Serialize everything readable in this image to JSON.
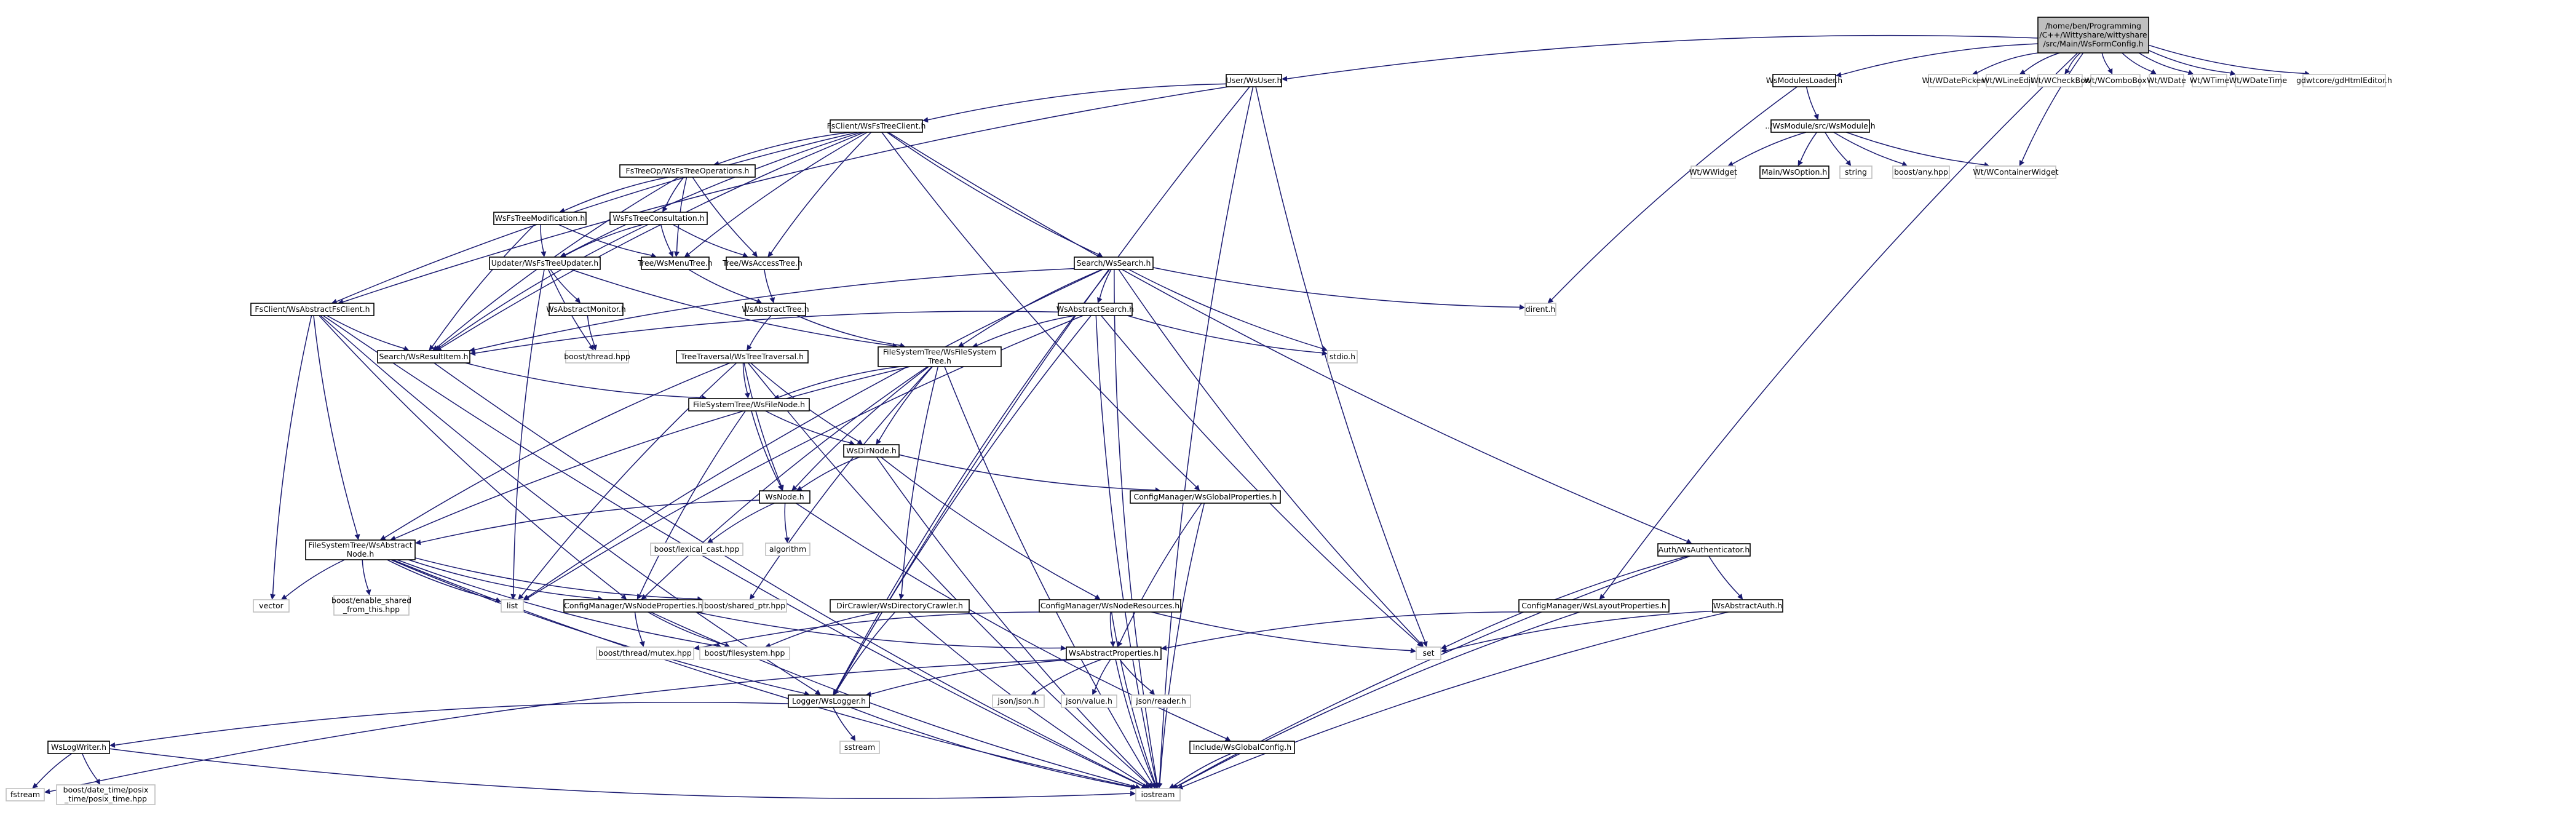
{
  "graph": {
    "title": "",
    "colors": {
      "edge": "#191970",
      "root_fill": "#bfbfbf",
      "external_border": "#bfbfbf",
      "node_border": "#000000"
    },
    "nodes": [
      {
        "id": "root",
        "lines": [
          "/home/ben/Programming",
          "/C++/Wittyshare/wittyshare",
          "/src/Main/WsFormConfig.h"
        ],
        "kind": "root"
      },
      {
        "id": "userwsuser",
        "lines": [
          "User/WsUser.h"
        ]
      },
      {
        "id": "wsmodulesloader",
        "lines": [
          "WsModulesLoader.h"
        ]
      },
      {
        "id": "wwdatepicker",
        "lines": [
          "Wt/WDatePicker"
        ],
        "kind": "ext"
      },
      {
        "id": "wwlineedit",
        "lines": [
          "Wt/WLineEdit"
        ],
        "kind": "ext"
      },
      {
        "id": "wwcheckbox",
        "lines": [
          "Wt/WCheckBox"
        ],
        "kind": "ext"
      },
      {
        "id": "wwcombobox",
        "lines": [
          "Wt/WComboBox"
        ],
        "kind": "ext"
      },
      {
        "id": "wwdate",
        "lines": [
          "Wt/WDate"
        ],
        "kind": "ext"
      },
      {
        "id": "wwtime",
        "lines": [
          "Wt/WTime"
        ],
        "kind": "ext"
      },
      {
        "id": "wwdatetime",
        "lines": [
          "Wt/WDateTime"
        ],
        "kind": "ext"
      },
      {
        "id": "gdhtmleditor",
        "lines": [
          "gdwtcore/gdHtmlEditor.h"
        ],
        "kind": "ext"
      },
      {
        "id": "fsclientwsfstreeclient",
        "lines": [
          "FsClient/WsFsTreeClient.h"
        ]
      },
      {
        "id": "wsmodule",
        "lines": [
          "../WsModule/src/WsModule.h"
        ]
      },
      {
        "id": "wwwidget",
        "lines": [
          "Wt/WWidget"
        ],
        "kind": "ext"
      },
      {
        "id": "mainwsoption",
        "lines": [
          "Main/WsOption.h"
        ]
      },
      {
        "id": "string",
        "lines": [
          "string"
        ],
        "kind": "ext"
      },
      {
        "id": "boostany",
        "lines": [
          "boost/any.hpp"
        ],
        "kind": "ext"
      },
      {
        "id": "wwcontainerwidget",
        "lines": [
          "Wt/WContainerWidget"
        ],
        "kind": "ext"
      },
      {
        "id": "fstreeopwsfstreeoperations",
        "lines": [
          "FsTreeOp/WsFsTreeOperations.h"
        ]
      },
      {
        "id": "wsfstreemodification",
        "lines": [
          "WsFsTreeModification.h"
        ]
      },
      {
        "id": "wsfstreeconsultation",
        "lines": [
          "WsFsTreeConsultation.h"
        ]
      },
      {
        "id": "updaterwsfstreeupdater",
        "lines": [
          "Updater/WsFsTreeUpdater.h"
        ]
      },
      {
        "id": "treewsmenutree",
        "lines": [
          "Tree/WsMenuTree.h"
        ]
      },
      {
        "id": "treewsaccesstree",
        "lines": [
          "Tree/WsAccessTree.h"
        ]
      },
      {
        "id": "searchwssearch",
        "lines": [
          "Search/WsSearch.h"
        ]
      },
      {
        "id": "dirent",
        "lines": [
          "dirent.h"
        ],
        "kind": "ext"
      },
      {
        "id": "fsclientwsabstractfsclient",
        "lines": [
          "FsClient/WsAbstractFsClient.h"
        ]
      },
      {
        "id": "wsabstractmonitor",
        "lines": [
          "WsAbstractMonitor.h"
        ]
      },
      {
        "id": "wsabstracttree",
        "lines": [
          "WsAbstractTree.h"
        ]
      },
      {
        "id": "wsabstractsearch",
        "lines": [
          "WsAbstractSearch.h"
        ]
      },
      {
        "id": "searchwsresultitem",
        "lines": [
          "Search/WsResultItem.h"
        ]
      },
      {
        "id": "boostthread",
        "lines": [
          "boost/thread.hpp"
        ],
        "kind": "ext"
      },
      {
        "id": "filesystemtreewsfilesystemtree",
        "lines": [
          "FileSystemTree/WsFileSystem",
          "Tree.h"
        ]
      },
      {
        "id": "stdio",
        "lines": [
          "stdio.h"
        ],
        "kind": "ext"
      },
      {
        "id": "treetraversalwstreetraversal",
        "lines": [
          "TreeTraversal/WsTreeTraversal.h"
        ]
      },
      {
        "id": "filesystemtreewsfilenode",
        "lines": [
          "FileSystemTree/WsFileNode.h"
        ]
      },
      {
        "id": "wsdirnode",
        "lines": [
          "WsDirNode.h"
        ]
      },
      {
        "id": "configmanagerwsglobalproperties",
        "lines": [
          "ConfigManager/WsGlobalProperties.h"
        ]
      },
      {
        "id": "wsnode",
        "lines": [
          "WsNode.h"
        ]
      },
      {
        "id": "authwsauthenticator",
        "lines": [
          "Auth/WsAuthenticator.h"
        ]
      },
      {
        "id": "filesystemtreewsabstractnode",
        "lines": [
          "FileSystemTree/WsAbstract",
          "Node.h"
        ]
      },
      {
        "id": "boostlexicalcast",
        "lines": [
          "boost/lexical_cast.hpp"
        ],
        "kind": "ext"
      },
      {
        "id": "algorithm",
        "lines": [
          "algorithm"
        ],
        "kind": "ext"
      },
      {
        "id": "vector",
        "lines": [
          "vector"
        ],
        "kind": "ext"
      },
      {
        "id": "boostenableshared",
        "lines": [
          "boost/enable_shared",
          "_from_this.hpp"
        ],
        "kind": "ext"
      },
      {
        "id": "list",
        "lines": [
          "list"
        ],
        "kind": "ext"
      },
      {
        "id": "configmanagerwsnodeproperties",
        "lines": [
          "ConfigManager/WsNodeProperties.h"
        ]
      },
      {
        "id": "boostsharedptr",
        "lines": [
          "boost/shared_ptr.hpp"
        ],
        "kind": "ext"
      },
      {
        "id": "dircrawlerwsdirectorycrawler",
        "lines": [
          "DirCrawler/WsDirectoryCrawler.h"
        ]
      },
      {
        "id": "configmanagerwsnoderesources",
        "lines": [
          "ConfigManager/WsNodeResources.h"
        ]
      },
      {
        "id": "configmanagerwslayoutproperties",
        "lines": [
          "ConfigManager/WsLayoutProperties.h"
        ]
      },
      {
        "id": "wsabstractauth",
        "lines": [
          "WsAbstractAuth.h"
        ]
      },
      {
        "id": "set",
        "lines": [
          "set"
        ],
        "kind": "ext"
      },
      {
        "id": "boostthreadmutex",
        "lines": [
          "boost/thread/mutex.hpp"
        ],
        "kind": "ext"
      },
      {
        "id": "boostfilesystem",
        "lines": [
          "boost/filesystem.hpp"
        ],
        "kind": "ext"
      },
      {
        "id": "wsabstractproperties",
        "lines": [
          "WsAbstractProperties.h"
        ]
      },
      {
        "id": "loggerwslogger",
        "lines": [
          "Logger/WsLogger.h"
        ]
      },
      {
        "id": "jsonjson",
        "lines": [
          "json/json.h"
        ],
        "kind": "ext"
      },
      {
        "id": "jsonvalue",
        "lines": [
          "json/value.h"
        ],
        "kind": "ext"
      },
      {
        "id": "jsonreader",
        "lines": [
          "json/reader.h"
        ],
        "kind": "ext"
      },
      {
        "id": "wslogwriter",
        "lines": [
          "WsLogWriter.h"
        ]
      },
      {
        "id": "sstream",
        "lines": [
          "sstream"
        ],
        "kind": "ext"
      },
      {
        "id": "includewsglobalconfig",
        "lines": [
          "Include/WsGlobalConfig.h"
        ]
      },
      {
        "id": "fstream",
        "lines": [
          "fstream"
        ],
        "kind": "ext"
      },
      {
        "id": "boostdatetime",
        "lines": [
          "boost/date_time/posix",
          "_time/posix_time.hpp"
        ],
        "kind": "ext"
      },
      {
        "id": "iostream",
        "lines": [
          "iostream"
        ],
        "kind": "ext"
      }
    ],
    "edges": [
      [
        "root",
        "userwsuser"
      ],
      [
        "root",
        "wsmodulesloader"
      ],
      [
        "root",
        "wwdatepicker"
      ],
      [
        "root",
        "wwlineedit"
      ],
      [
        "root",
        "wwcheckbox"
      ],
      [
        "root",
        "wwcombobox"
      ],
      [
        "root",
        "wwdate"
      ],
      [
        "root",
        "wwtime"
      ],
      [
        "root",
        "wwdatetime"
      ],
      [
        "root",
        "gdhtmleditor"
      ],
      [
        "root",
        "wwcontainerwidget"
      ],
      [
        "root",
        "configmanagerwslayoutproperties"
      ],
      [
        "userwsuser",
        "fsclientwsfstreeclient"
      ],
      [
        "userwsuser",
        "fsclientwsabstractfsclient"
      ],
      [
        "userwsuser",
        "loggerwslogger"
      ],
      [
        "userwsuser",
        "set"
      ],
      [
        "userwsuser",
        "iostream"
      ],
      [
        "wsmodulesloader",
        "wsmodule"
      ],
      [
        "wsmodulesloader",
        "dirent"
      ],
      [
        "wsmodule",
        "wwwidget"
      ],
      [
        "wsmodule",
        "mainwsoption"
      ],
      [
        "wsmodule",
        "string"
      ],
      [
        "wsmodule",
        "boostany"
      ],
      [
        "wsmodule",
        "wwcontainerwidget"
      ],
      [
        "fsclientwsfstreeclient",
        "fstreeopwsfstreeoperations"
      ],
      [
        "fsclientwsfstreeclient",
        "treewsmenutree"
      ],
      [
        "fsclientwsfstreeclient",
        "treewsaccesstree"
      ],
      [
        "fsclientwsfstreeclient",
        "searchwssearch"
      ],
      [
        "fsclientwsfstreeclient",
        "fsclientwsabstractfsclient"
      ],
      [
        "fsclientwsfstreeclient",
        "updaterwsfstreeupdater"
      ],
      [
        "fsclientwsfstreeclient",
        "searchwsresultitem"
      ],
      [
        "fsclientwsfstreeclient",
        "configmanagerwsglobalproperties"
      ],
      [
        "fsclientwsfstreeclient",
        "authwsauthenticator"
      ],
      [
        "fstreeopwsfstreeoperations",
        "wsfstreemodification"
      ],
      [
        "fstreeopwsfstreeoperations",
        "wsfstreeconsultation"
      ],
      [
        "fstreeopwsfstreeoperations",
        "treewsaccesstree"
      ],
      [
        "fstreeopwsfstreeoperations",
        "searchwsresultitem"
      ],
      [
        "fstreeopwsfstreeoperations",
        "treewsmenutree"
      ],
      [
        "wsfstreemodification",
        "updaterwsfstreeupdater"
      ],
      [
        "wsfstreemodification",
        "treewsmenutree"
      ],
      [
        "wsfstreemodification",
        "searchwsresultitem"
      ],
      [
        "wsfstreeconsultation",
        "treewsmenutree"
      ],
      [
        "wsfstreeconsultation",
        "treewsaccesstree"
      ],
      [
        "wsfstreeconsultation",
        "searchwsresultitem"
      ],
      [
        "wsfstreeconsultation",
        "updaterwsfstreeupdater"
      ],
      [
        "updaterwsfstreeupdater",
        "wsabstractmonitor"
      ],
      [
        "updaterwsfstreeupdater",
        "boostthread"
      ],
      [
        "updaterwsfstreeupdater",
        "filesystemtreewsfilesystemtree"
      ],
      [
        "updaterwsfstreeupdater",
        "list"
      ],
      [
        "wsabstractmonitor",
        "boostthread"
      ],
      [
        "treewsmenutree",
        "wsabstracttree"
      ],
      [
        "treewsaccesstree",
        "wsabstracttree"
      ],
      [
        "wsabstracttree",
        "filesystemtreewsfilesystemtree"
      ],
      [
        "wsabstracttree",
        "treetraversalwstreetraversal"
      ],
      [
        "searchwssearch",
        "wsabstractsearch"
      ],
      [
        "searchwssearch",
        "searchwsresultitem"
      ],
      [
        "searchwssearch",
        "dirent"
      ],
      [
        "searchwssearch",
        "stdio"
      ],
      [
        "searchwssearch",
        "filesystemtreewsfilesystemtree"
      ],
      [
        "searchwssearch",
        "set"
      ],
      [
        "searchwssearch",
        "iostream"
      ],
      [
        "searchwssearch",
        "loggerwslogger"
      ],
      [
        "searchwssearch",
        "list"
      ],
      [
        "wsabstractsearch",
        "searchwsresultitem"
      ],
      [
        "wsabstractsearch",
        "filesystemtreewsfilesystemtree"
      ],
      [
        "wsabstractsearch",
        "stdio"
      ],
      [
        "wsabstractsearch",
        "list"
      ],
      [
        "wsabstractsearch",
        "iostream"
      ],
      [
        "wsabstractsearch",
        "loggerwslogger"
      ],
      [
        "wsabstractsearch",
        "set"
      ],
      [
        "fsclientwsabstractfsclient",
        "searchwsresultitem"
      ],
      [
        "fsclientwsabstractfsclient",
        "filesystemtreewsabstractnode"
      ],
      [
        "fsclientwsabstractfsclient",
        "configmanagerwsnodeproperties"
      ],
      [
        "fsclientwsabstractfsclient",
        "vector"
      ],
      [
        "fsclientwsabstractfsclient",
        "loggerwslogger"
      ],
      [
        "fsclientwsabstractfsclient",
        "iostream"
      ],
      [
        "searchwsresultitem",
        "filesystemtreewsfilenode"
      ],
      [
        "searchwsresultitem",
        "iostream"
      ],
      [
        "filesystemtreewsfilesystemtree",
        "filesystemtreewsfilenode"
      ],
      [
        "filesystemtreewsfilesystemtree",
        "wsdirnode"
      ],
      [
        "filesystemtreewsfilesystemtree",
        "wsnode"
      ],
      [
        "filesystemtreewsfilesystemtree",
        "filesystemtreewsabstractnode"
      ],
      [
        "filesystemtreewsfilesystemtree",
        "dircrawlerwsdirectorycrawler"
      ],
      [
        "filesystemtreewsfilesystemtree",
        "boostsharedptr"
      ],
      [
        "filesystemtreewsfilesystemtree",
        "configmanagerwsnodeproperties"
      ],
      [
        "filesystemtreewsfilesystemtree",
        "iostream"
      ],
      [
        "treetraversalwstreetraversal",
        "filesystemtreewsfilenode"
      ],
      [
        "treetraversalwstreetraversal",
        "wsdirnode"
      ],
      [
        "treetraversalwstreetraversal",
        "wsnode"
      ],
      [
        "treetraversalwstreetraversal",
        "filesystemtreewsabstractnode"
      ],
      [
        "treetraversalwstreetraversal",
        "list"
      ],
      [
        "treetraversalwstreetraversal",
        "iostream"
      ],
      [
        "filesystemtreewsfilenode",
        "wsnode"
      ],
      [
        "filesystemtreewsfilenode",
        "wsdirnode"
      ],
      [
        "filesystemtreewsfilenode",
        "configmanagerwsnodeproperties"
      ],
      [
        "wsdirnode",
        "wsnode"
      ],
      [
        "wsdirnode",
        "configmanagerwsglobalproperties"
      ],
      [
        "wsdirnode",
        "configmanagerwsnoderesources"
      ],
      [
        "wsdirnode",
        "iostream"
      ],
      [
        "configmanagerwsglobalproperties",
        "wsabstractproperties"
      ],
      [
        "configmanagerwsglobalproperties",
        "iostream"
      ],
      [
        "wsnode",
        "filesystemtreewsabstractnode"
      ],
      [
        "wsnode",
        "boostlexicalcast"
      ],
      [
        "wsnode",
        "algorithm"
      ],
      [
        "wsnode",
        "includewsglobalconfig"
      ],
      [
        "authwsauthenticator",
        "wsabstractauth"
      ],
      [
        "authwsauthenticator",
        "set"
      ],
      [
        "authwsauthenticator",
        "iostream"
      ],
      [
        "filesystemtreewsabstractnode",
        "vector"
      ],
      [
        "filesystemtreewsabstractnode",
        "boostenableshared"
      ],
      [
        "filesystemtreewsabstractnode",
        "list"
      ],
      [
        "filesystemtreewsabstractnode",
        "configmanagerwsnodeproperties"
      ],
      [
        "filesystemtreewsabstractnode",
        "boostsharedptr"
      ],
      [
        "filesystemtreewsabstractnode",
        "boostfilesystem"
      ],
      [
        "filesystemtreewsabstractnode",
        "loggerwslogger"
      ],
      [
        "filesystemtreewsabstractnode",
        "iostream"
      ],
      [
        "configmanagerwsnodeproperties",
        "boostthreadmutex"
      ],
      [
        "configmanagerwsnodeproperties",
        "boostfilesystem"
      ],
      [
        "configmanagerwsnodeproperties",
        "wsabstractproperties"
      ],
      [
        "configmanagerwsnodeproperties",
        "iostream"
      ],
      [
        "dircrawlerwsdirectorycrawler",
        "boostfilesystem"
      ],
      [
        "dircrawlerwsdirectorycrawler",
        "loggerwslogger"
      ],
      [
        "dircrawlerwsdirectorycrawler",
        "iostream"
      ],
      [
        "configmanagerwsnoderesources",
        "wsabstractproperties"
      ],
      [
        "configmanagerwsnoderesources",
        "boostthreadmutex"
      ],
      [
        "configmanagerwsnoderesources",
        "set"
      ],
      [
        "configmanagerwsnoderesources",
        "iostream"
      ],
      [
        "configmanagerwslayoutproperties",
        "wsabstractproperties"
      ],
      [
        "configmanagerwslayoutproperties",
        "iostream"
      ],
      [
        "wsabstractauth",
        "set"
      ],
      [
        "wsabstractauth",
        "iostream"
      ],
      [
        "wsabstractproperties",
        "jsonjson"
      ],
      [
        "wsabstractproperties",
        "jsonvalue"
      ],
      [
        "wsabstractproperties",
        "jsonreader"
      ],
      [
        "wsabstractproperties",
        "loggerwslogger"
      ],
      [
        "wsabstractproperties",
        "fstream"
      ],
      [
        "wsabstractproperties",
        "iostream"
      ],
      [
        "loggerwslogger",
        "wslogwriter"
      ],
      [
        "loggerwslogger",
        "sstream"
      ],
      [
        "loggerwslogger",
        "iostream"
      ],
      [
        "wslogwriter",
        "fstream"
      ],
      [
        "wslogwriter",
        "boostdatetime"
      ],
      [
        "wslogwriter",
        "iostream"
      ],
      [
        "includewsglobalconfig",
        "iostream"
      ]
    ]
  }
}
